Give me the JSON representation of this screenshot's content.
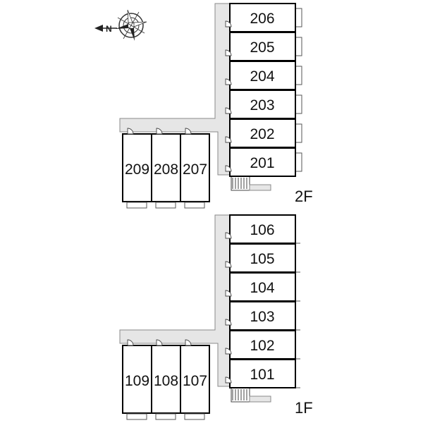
{
  "compass": {
    "north_letter": "N"
  },
  "floors": [
    {
      "label": "2F",
      "rooms_right": [
        "206",
        "205",
        "204",
        "203",
        "202",
        "201"
      ],
      "rooms_left": [
        "209",
        "208",
        "207"
      ]
    },
    {
      "label": "1F",
      "rooms_right": [
        "106",
        "105",
        "104",
        "103",
        "102",
        "101"
      ],
      "rooms_left": [
        "109",
        "108",
        "107"
      ]
    }
  ]
}
